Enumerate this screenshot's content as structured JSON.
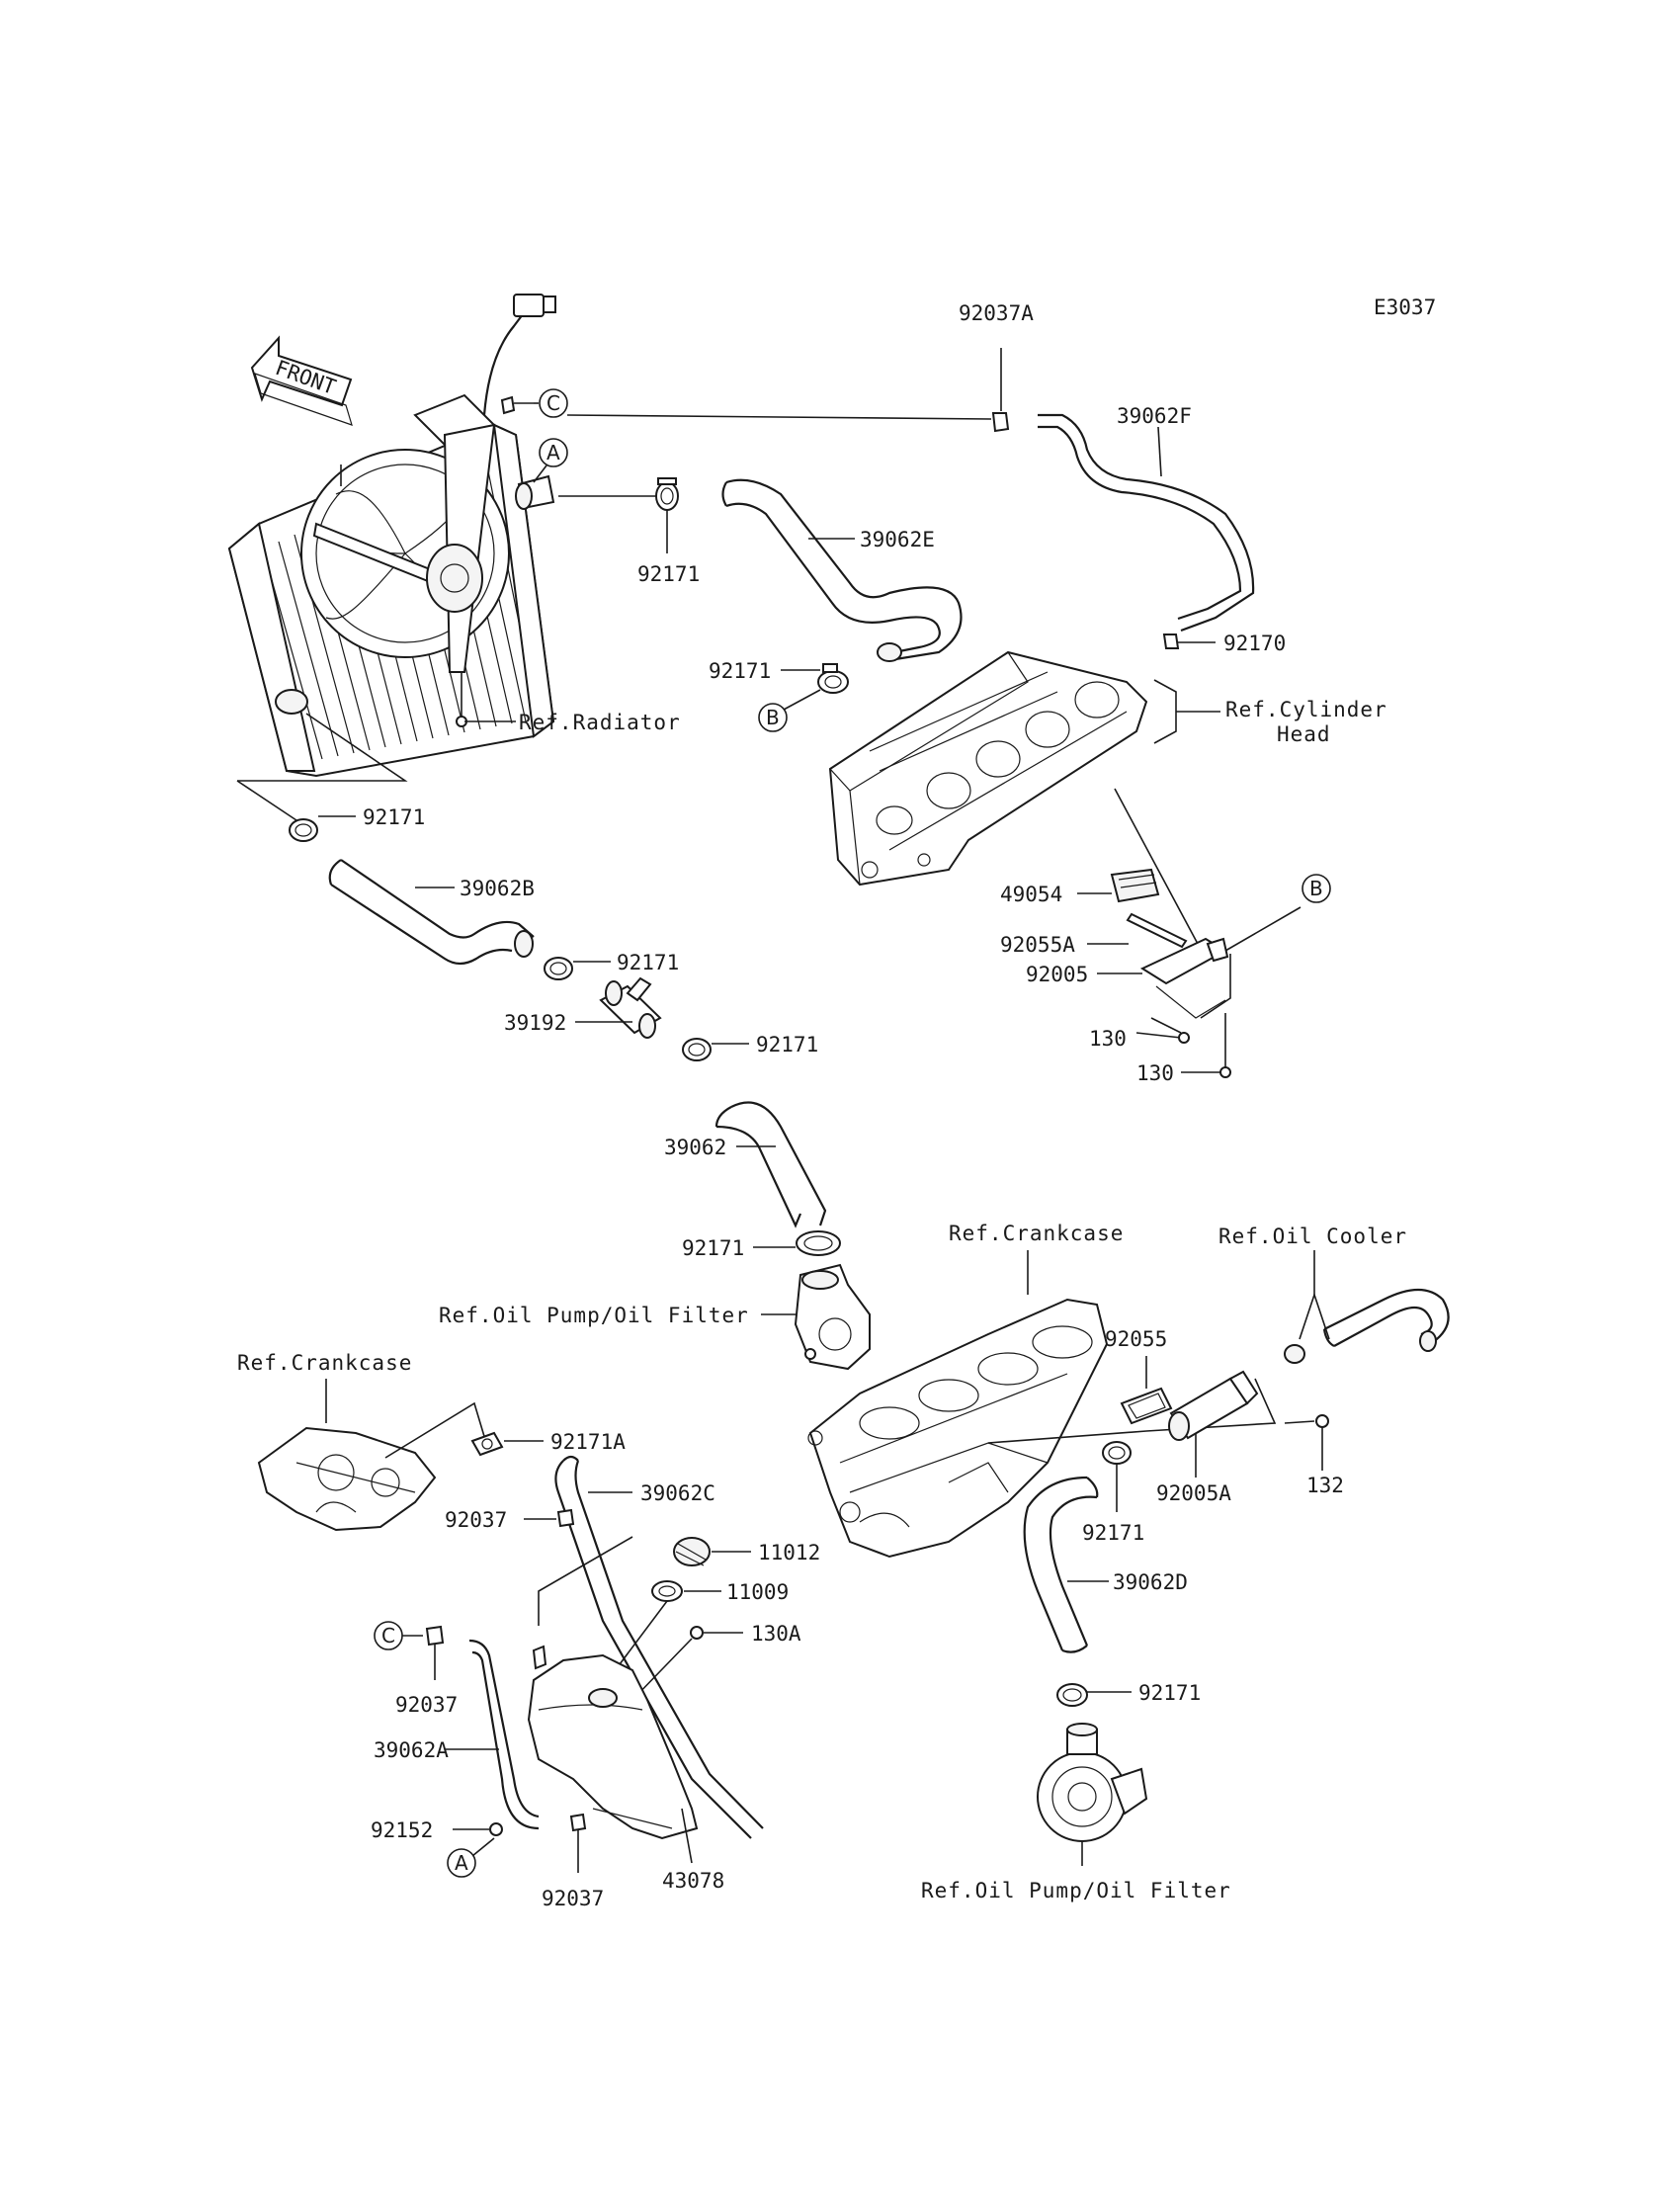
{
  "diagram_code": "E3037",
  "front_label": "FRONT",
  "markers": {
    "a": "A",
    "b": "B",
    "c": "C"
  },
  "refs": {
    "radiator": "Ref.Radiator",
    "cylinder_head_line1": "Ref.Cylinder",
    "cylinder_head_line2": "Head",
    "crankcase_top": "Ref.Crankcase",
    "crankcase_left": "Ref.Crankcase",
    "oil_cooler": "Ref.Oil Cooler",
    "oil_pump_upper": "Ref.Oil Pump/Oil Filter",
    "oil_pump_lower": "Ref.Oil Pump/Oil Filter"
  },
  "parts": {
    "p92037A": "92037A",
    "p39062F": "39062F",
    "p92171_a": "92171",
    "p39062E": "39062E",
    "p92171_b": "92171",
    "p92170": "92170",
    "p92171_c": "92171",
    "p39062B": "39062B",
    "p92171_d": "92171",
    "p39192": "39192",
    "p92171_e": "92171",
    "p39062": "39062",
    "p92171_f": "92171",
    "p49054": "49054",
    "p92055A": "92055A",
    "p92005": "92005",
    "p130_a": "130",
    "p130_b": "130",
    "p92055": "92055",
    "p92005A": "92005A",
    "p132": "132",
    "p92171_g": "92171",
    "p39062D": "39062D",
    "p92171_h": "92171",
    "p92171A": "92171A",
    "p92037_a": "92037",
    "p39062C": "39062C",
    "p11012": "11012",
    "p11009": "11009",
    "p130A": "130A",
    "p92037_b": "92037",
    "p39062A": "39062A",
    "p92152": "92152",
    "p92037_c": "92037",
    "p43078": "43078"
  }
}
